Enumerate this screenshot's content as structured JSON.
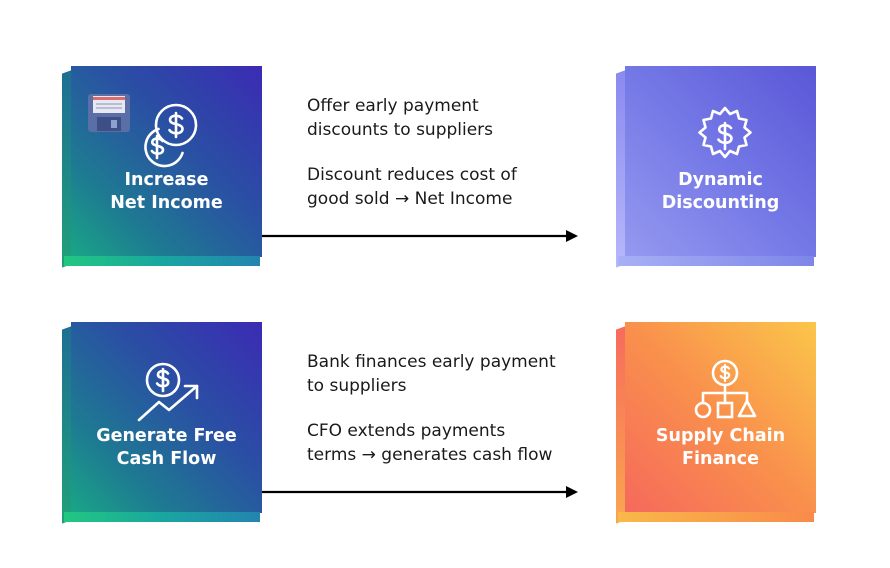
{
  "rows": [
    {
      "source": {
        "label_line1": "Increase",
        "label_line2": "Net Income",
        "icon": "coins-dollar-icon"
      },
      "description": [
        "Offer early payment",
        "discounts to suppliers",
        "Discount reduces cost of",
        "good sold → Net Income"
      ],
      "target": {
        "label_line1": "Dynamic",
        "label_line2": "Discounting",
        "icon": "dollar-gear-icon"
      }
    },
    {
      "source": {
        "label_line1": "Generate Free",
        "label_line2": "Cash Flow",
        "icon": "dollar-growth-arrow-icon"
      },
      "description": [
        "Bank finances early payment",
        "to suppliers",
        "CFO extends payments",
        "terms → generates cash flow"
      ],
      "target": {
        "label_line1": "Supply Chain",
        "label_line2": "Finance",
        "icon": "dollar-hierarchy-icon"
      }
    }
  ],
  "colors": {
    "teal_blue_box": "#2a4fa4",
    "lavender_box": "#7478e6",
    "orange_box": "#f9904c",
    "arrow": "#000000",
    "text": "#1a1a1a"
  }
}
